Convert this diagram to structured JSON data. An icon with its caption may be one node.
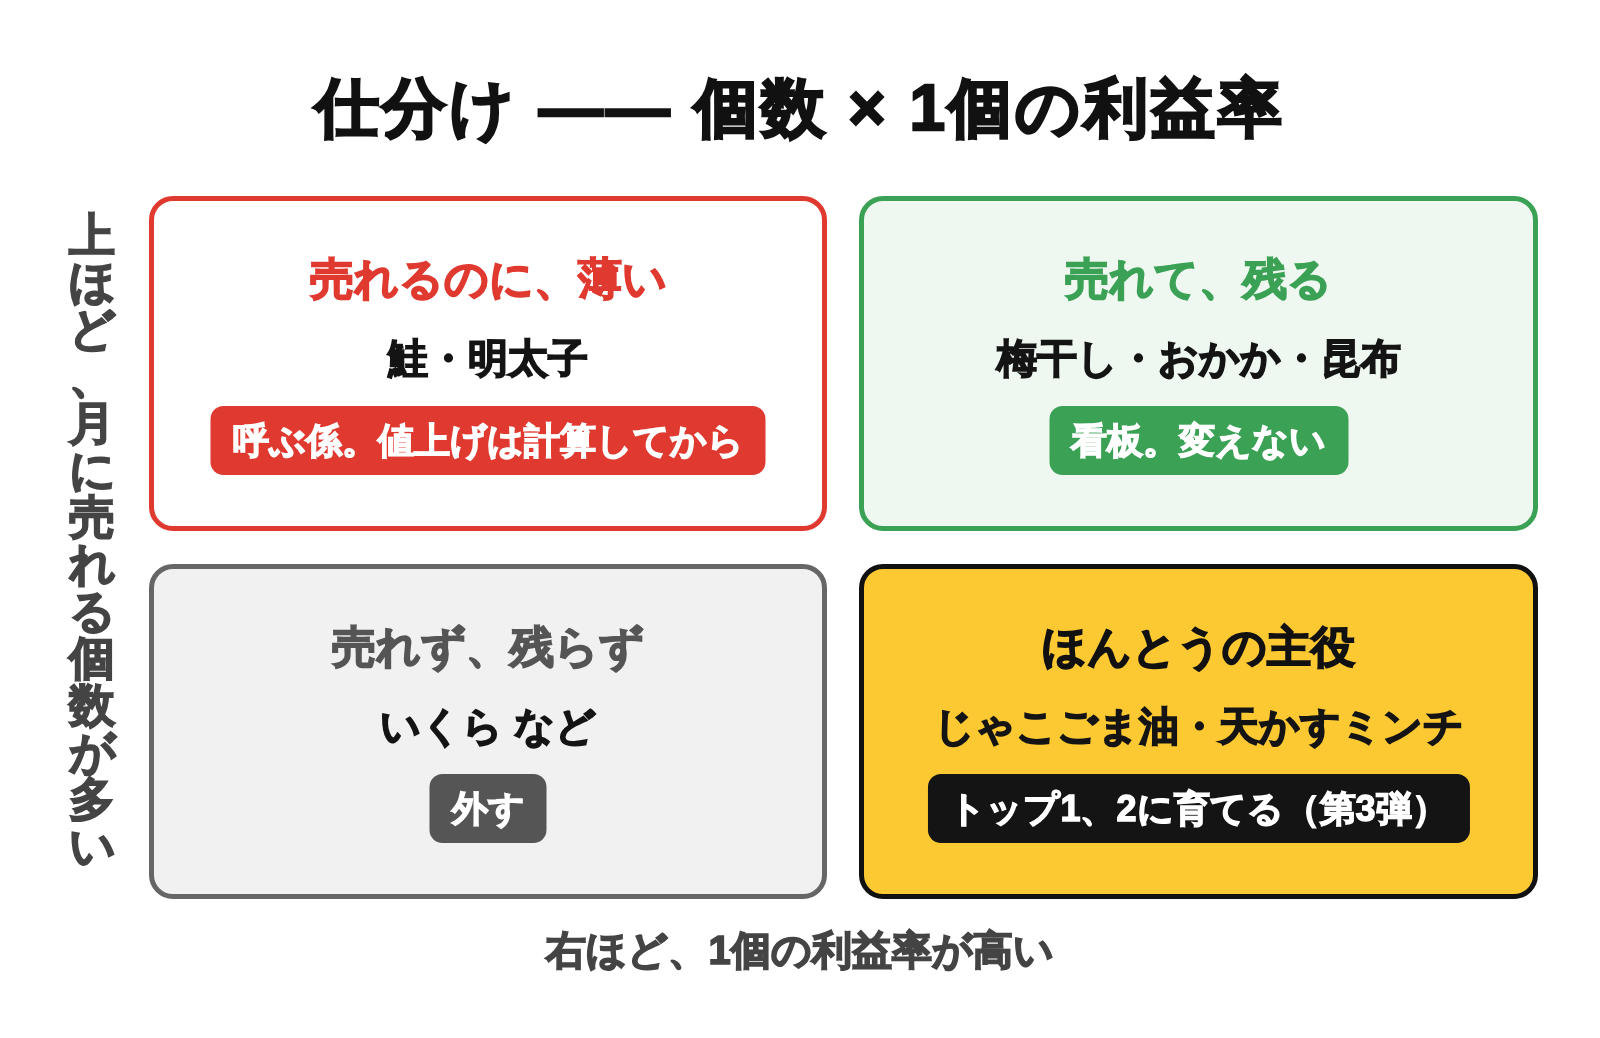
{
  "diagram": {
    "title": "仕分け —— 個数 × 1個の利益率",
    "nodes": [
      {
        "text": [
          "売れるのに、薄い",
          "鮭・明太子"
        ]
      },
      {
        "text": [
          "呼ぶ係。値上げは計算してから"
        ],
        "in": 0
      },
      {
        "text": [
          "売れて、残る",
          "梅干し・おかか・昆布"
        ]
      },
      {
        "text": [
          "看板。変えない"
        ],
        "in": 2
      },
      {
        "text": [
          "売れず、残らず",
          "いくら など"
        ]
      },
      {
        "text": [
          "外す"
        ],
        "in": 4
      },
      {
        "text": [
          "ほんとうの主役",
          "じゃこごま油・天かすミンチ"
        ]
      },
      {
        "text": [
          "トップ1、2に育てる（第3弾）"
        ],
        "in": 6
      }
    ],
    "labels": [
      "上ほど、月に売れる個数が多い",
      "右ほど、1個の利益率が高い"
    ]
  }
}
